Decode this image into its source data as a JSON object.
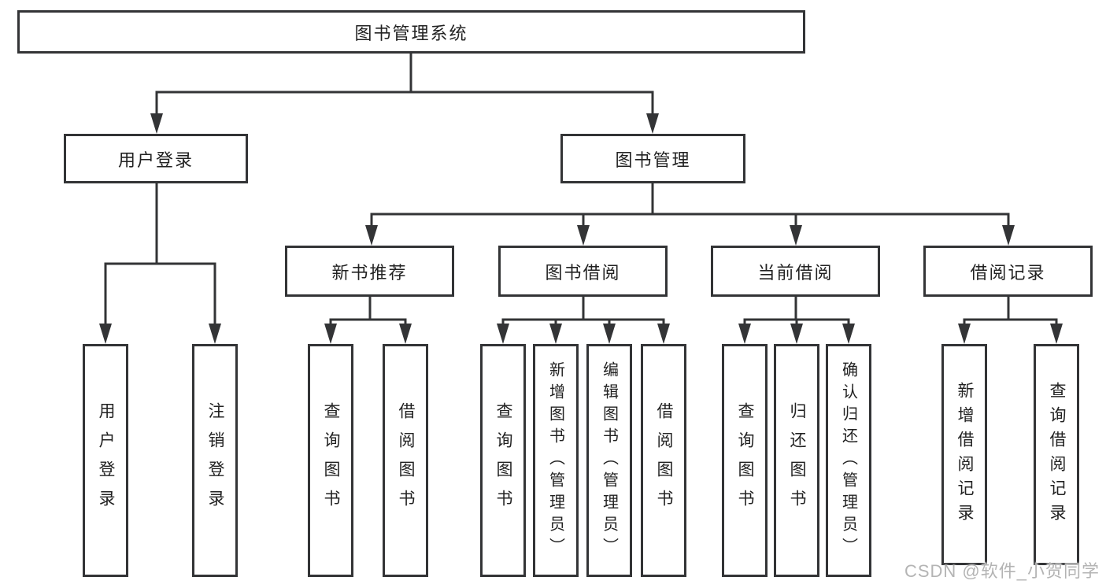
{
  "diagram": {
    "root": {
      "label": "图书管理系统"
    },
    "branches": [
      {
        "label": "用户登录",
        "children": [
          {
            "label": "用户登录"
          },
          {
            "label": "注销登录"
          }
        ]
      },
      {
        "label": "图书管理",
        "children": [
          {
            "label": "新书推荐",
            "children": [
              {
                "label": "查询图书"
              },
              {
                "label": "借阅图书"
              }
            ]
          },
          {
            "label": "图书借阅",
            "children": [
              {
                "label": "查询图书"
              },
              {
                "label": "新增图书（管理员）"
              },
              {
                "label": "编辑图书（管理员）"
              },
              {
                "label": "借阅图书"
              }
            ]
          },
          {
            "label": "当前借阅",
            "children": [
              {
                "label": "查询图书"
              },
              {
                "label": "归还图书"
              },
              {
                "label": "确认归还（管理员）"
              }
            ]
          },
          {
            "label": "借阅记录",
            "children": [
              {
                "label": "新增借阅记录"
              },
              {
                "label": "查询借阅记录"
              }
            ]
          }
        ]
      }
    ]
  },
  "watermark": {
    "text": "CSDN @软件_小贺同学"
  },
  "colors": {
    "line": "#333436",
    "box_fill": "#ffffff",
    "text": "#222222",
    "watermark": "#b4b4b4",
    "background": "#ffffff"
  }
}
